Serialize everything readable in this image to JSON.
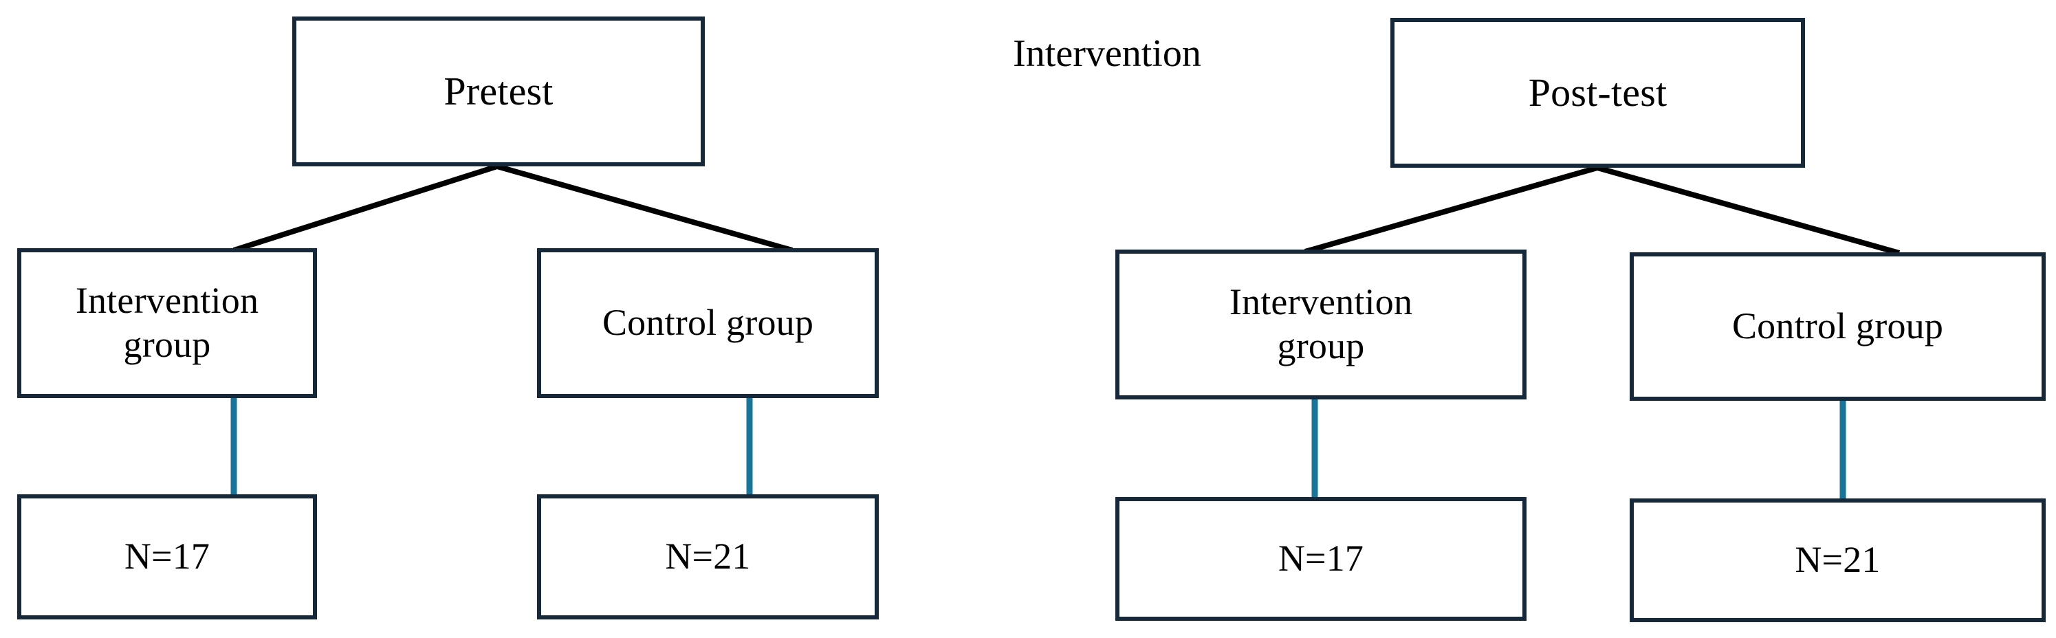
{
  "diagram": {
    "type": "study-design-flow",
    "title_visible": false,
    "colors": {
      "box_border": "#15293a",
      "branch_line": "#000000",
      "stem_line": "#17759b",
      "background": "#ffffff",
      "text": "#000000"
    },
    "phases": [
      {
        "id": "pretest",
        "root": {
          "label": "Pretest"
        },
        "arms": [
          {
            "id": "pretest-intervention",
            "group_label": "Intervention\ngroup",
            "count_label": "N=17"
          },
          {
            "id": "pretest-control",
            "group_label": "Control group",
            "count_label": "N=21"
          }
        ]
      },
      {
        "id": "posttest",
        "root": {
          "label": "Post-test"
        },
        "arms": [
          {
            "id": "posttest-intervention",
            "group_label": "Intervention\ngroup",
            "count_label": "N=17"
          },
          {
            "id": "posttest-control",
            "group_label": "Control group",
            "count_label": "N=21"
          }
        ]
      }
    ],
    "middle_label": {
      "text": "Intervention"
    },
    "nodes": {
      "pretest_root": "Pretest",
      "pretest_left_group": "Intervention\ngroup",
      "pretest_right_group": "Control group",
      "pretest_left_count": "N=17",
      "pretest_right_count": "N=21",
      "intervention_label": "Intervention",
      "posttest_root": "Post-test",
      "posttest_left_group": "Intervention\ngroup",
      "posttest_right_group": "Control group",
      "posttest_left_count": "N=17",
      "posttest_right_count": "N=21"
    }
  }
}
